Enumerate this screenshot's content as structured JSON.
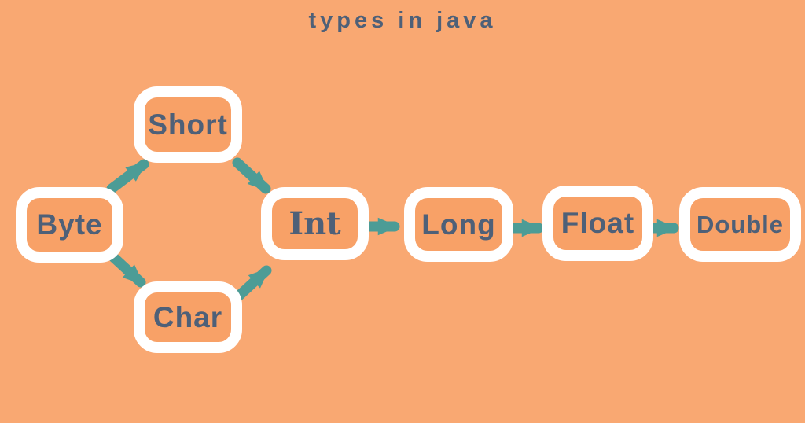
{
  "title": "types in java",
  "colors": {
    "bg": "#F9A872",
    "box": "#F8A167",
    "ink": "#4E6078",
    "teal": "#4C9C96",
    "white": "#FFFFFF"
  },
  "diagram": {
    "type": "flowchart",
    "description": "Java primitive type widening conversion order",
    "nodes": [
      {
        "id": "byte",
        "label": "Byte"
      },
      {
        "id": "short",
        "label": "Short"
      },
      {
        "id": "char",
        "label": "Char"
      },
      {
        "id": "int",
        "label": "Int"
      },
      {
        "id": "long",
        "label": "Long"
      },
      {
        "id": "float",
        "label": "Float"
      },
      {
        "id": "double",
        "label": "Double"
      }
    ],
    "edges": [
      {
        "from": "byte",
        "to": "short"
      },
      {
        "from": "byte",
        "to": "char"
      },
      {
        "from": "short",
        "to": "int"
      },
      {
        "from": "char",
        "to": "int"
      },
      {
        "from": "int",
        "to": "long"
      },
      {
        "from": "long",
        "to": "float"
      },
      {
        "from": "float",
        "to": "double"
      }
    ]
  }
}
